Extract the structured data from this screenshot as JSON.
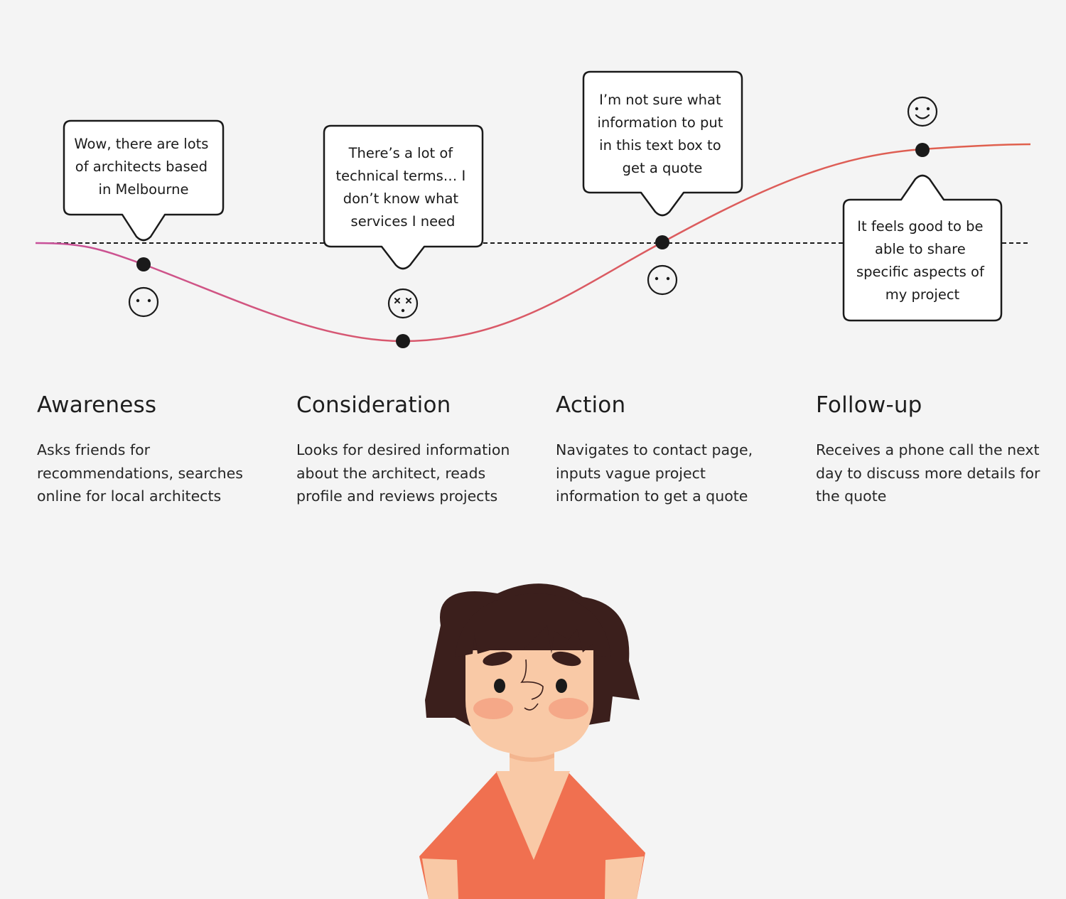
{
  "stages": [
    {
      "title": "Awareness",
      "description": "Asks friends for recommendations, searches online for local architects",
      "bubble_lines": [
        "Wow, there are lots",
        "of architects based",
        "in Melbourne"
      ],
      "emotion": "neutral-face-icon"
    },
    {
      "title": "Consideration",
      "description": "Looks for desired information about the architect, reads profile and reviews projects",
      "bubble_lines": [
        "There’s a lot of",
        "technical terms… I",
        "don’t know what",
        "services I need"
      ],
      "emotion": "dizzy-face-icon"
    },
    {
      "title": "Action",
      "description": "Navigates to contact page, inputs vague project information to get a quote",
      "bubble_lines": [
        "I’m not sure what",
        "information to put",
        "in this text box to",
        "get a quote"
      ],
      "emotion": "neutral-face-icon"
    },
    {
      "title": "Follow-up",
      "description": "Receives a phone call the next day to discuss more details for the quote",
      "bubble_lines": [
        "It feels good to be",
        "able to share",
        "specific aspects of",
        "my project"
      ],
      "emotion": "smiling-face-icon"
    }
  ],
  "colors": {
    "background": "#f4f4f4",
    "curve_start": "#c8509a",
    "curve_end": "#e0604c",
    "hair": "#3b1f1c",
    "skin": "#f9c9a6",
    "shirt": "#f07050",
    "blush": "#f5a888"
  }
}
